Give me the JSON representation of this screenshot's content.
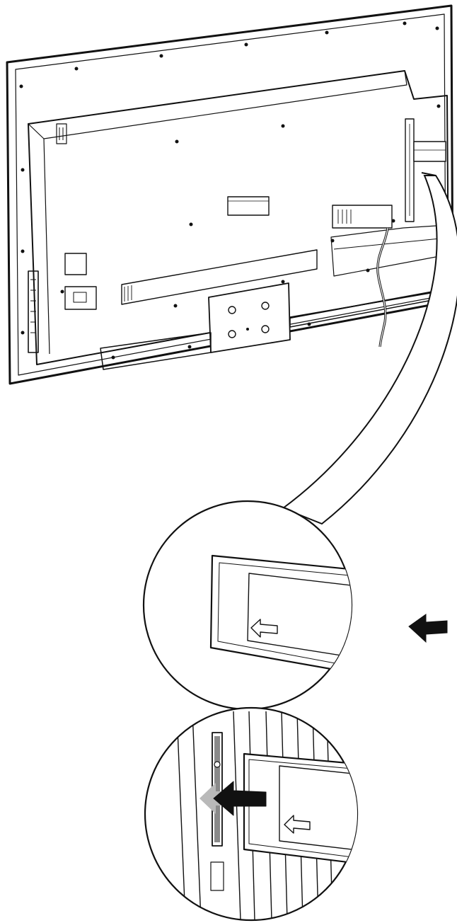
{
  "figure": {
    "description_free": true,
    "colors": {
      "line": "#111111",
      "paper": "#ffffff",
      "card_gray": "#d9d9d9",
      "arrow_fill": "#111111",
      "arrow_gray": "#b9b9b9",
      "slot_gray": "#8a8a8a"
    },
    "icons": [
      "tv-back-panel",
      "ci-module",
      "smart-card",
      "insert-arrow-icon",
      "card-direction-arrow-icon"
    ]
  }
}
